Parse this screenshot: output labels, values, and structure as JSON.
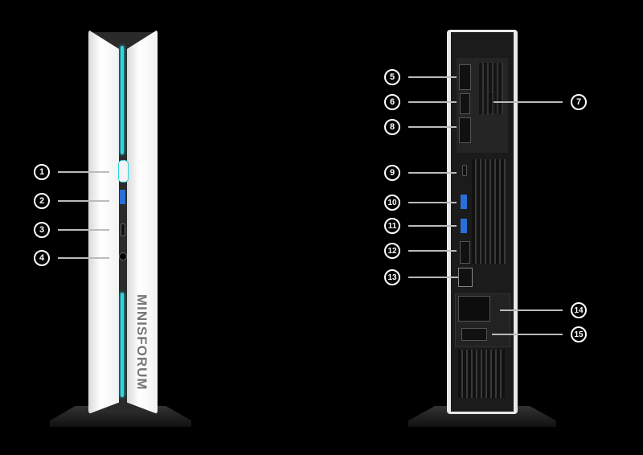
{
  "front_device": {
    "logo_text": "MINISFORUM",
    "callouts": [
      "1",
      "2",
      "3",
      "4"
    ]
  },
  "back_device": {
    "callouts": [
      "5",
      "6",
      "7",
      "8",
      "9",
      "10",
      "11",
      "12",
      "13",
      "14",
      "15"
    ]
  },
  "colors": {
    "accent_glow": "#2fd6e0",
    "background": "#000000"
  }
}
